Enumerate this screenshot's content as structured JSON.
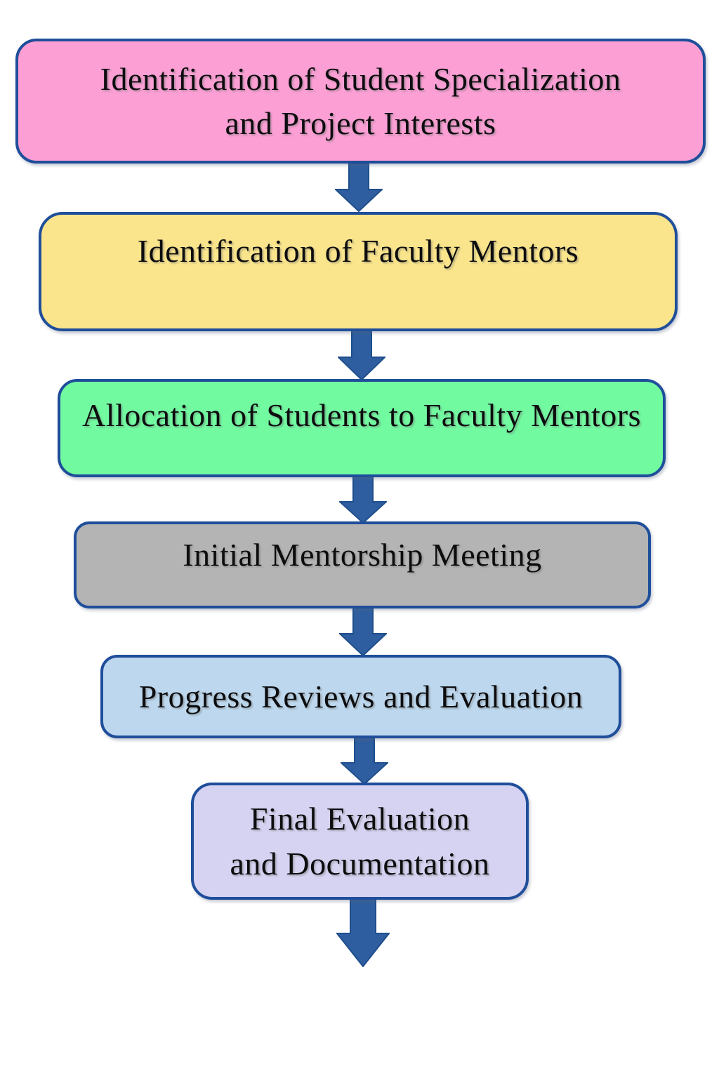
{
  "diagram_type": "flowchart",
  "colors": {
    "background": "#FFFFFF",
    "border": "#1F4E9A",
    "arrow_fill": "#2E5E9F",
    "arrow_stroke": "#1F4E8C",
    "text": "#0D0D0F"
  },
  "steps": [
    {
      "id": "identify-specialization",
      "fill": "#FB9FD4",
      "lines": [
        "Identification of Student Specialization",
        "and Project Interests"
      ]
    },
    {
      "id": "identify-mentors",
      "fill": "#FAE58C",
      "lines": [
        "Identification of Faculty Mentors"
      ]
    },
    {
      "id": "allocate-students",
      "fill": "#72FAA1",
      "lines": [
        "Allocation of Students to Faculty Mentors"
      ]
    },
    {
      "id": "initial-meeting",
      "fill": "#B4B4B4",
      "lines": [
        "Initial Mentorship Meeting"
      ]
    },
    {
      "id": "progress-reviews",
      "fill": "#BDD8EE",
      "lines": [
        "Progress Reviews and Evaluation"
      ]
    },
    {
      "id": "final-evaluation",
      "fill": "#D6D3F2",
      "lines": [
        "Final Evaluation",
        "and Documentation"
      ]
    }
  ]
}
